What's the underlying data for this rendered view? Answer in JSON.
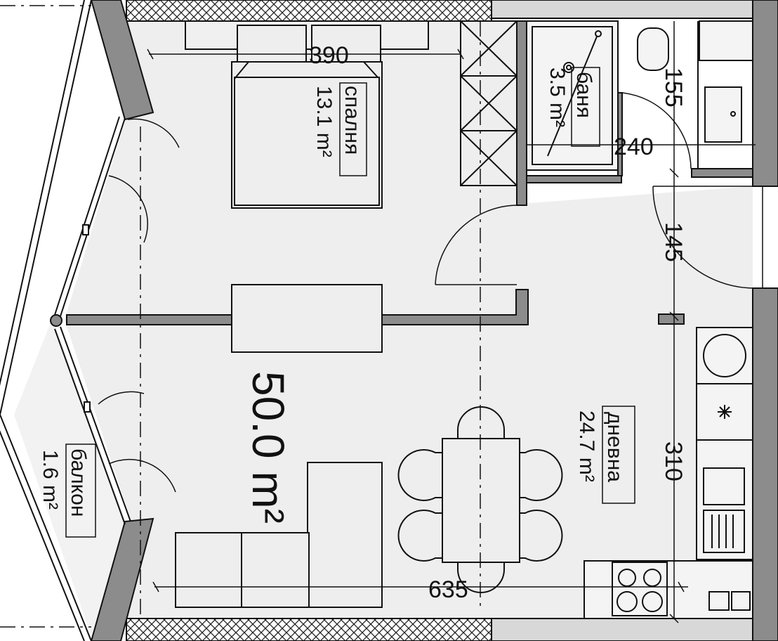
{
  "plan": {
    "total_area": "50.0 m²",
    "rooms": [
      {
        "id": "bedroom",
        "name": "спалня",
        "area": "13.1 m²"
      },
      {
        "id": "bath",
        "name": "баня",
        "area": "3.5 m²"
      },
      {
        "id": "living",
        "name": "дневна",
        "area": "24.7 m²"
      },
      {
        "id": "balcony",
        "name": "балкон",
        "area": "1.6 m²"
      }
    ],
    "dimensions": {
      "bedroom_width": "390",
      "bath_height": "155",
      "bath_width": "240",
      "hall_height": "145",
      "living_height": "310",
      "total_width": "635"
    }
  },
  "colors": {
    "wall": "#8c8c8c",
    "floor": "#eeeeee",
    "line": "#111111",
    "hatch": "#222222"
  }
}
